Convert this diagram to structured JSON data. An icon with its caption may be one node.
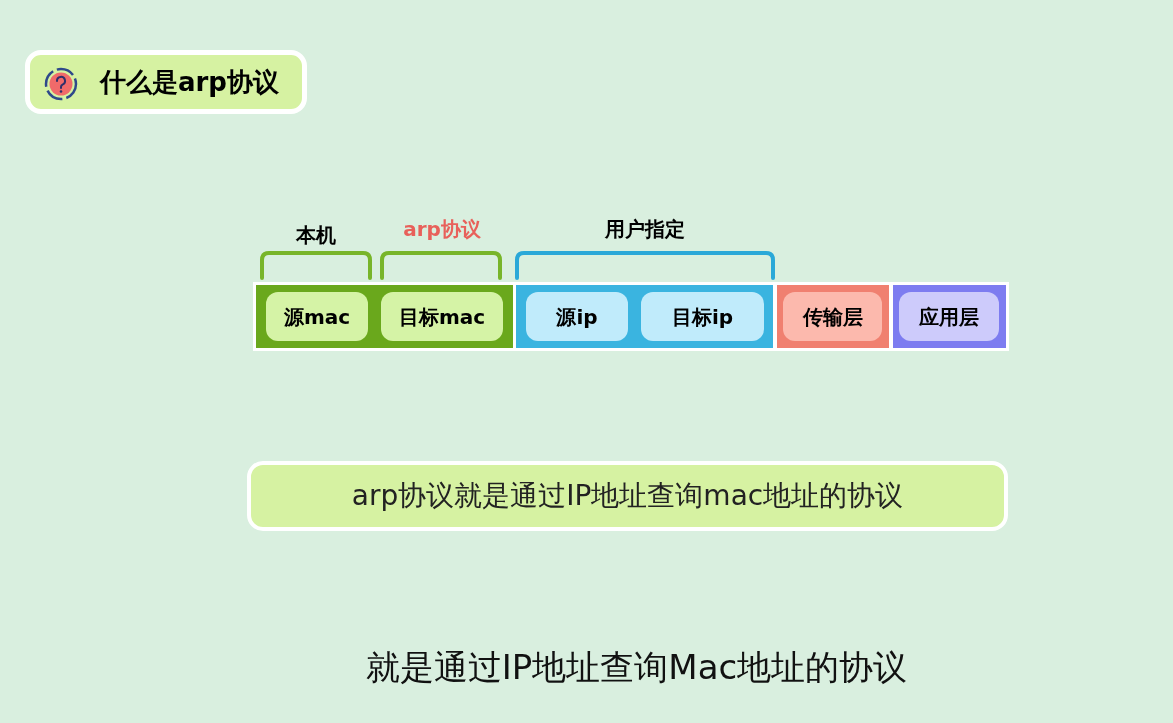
{
  "diagram": {
    "nodes": [
      {
        "text": [
          "什么是arp协议"
        ]
      },
      {
        "text": [],
        "shape": "bar"
      },
      {
        "text": [
          "源mac"
        ],
        "in": 1
      },
      {
        "text": [
          "目标mac"
        ],
        "in": 1
      },
      {
        "text": [],
        "shape": "bar"
      },
      {
        "text": [
          "源ip"
        ],
        "in": 4
      },
      {
        "text": [
          "目标ip"
        ],
        "in": 4
      },
      {
        "text": [],
        "shape": "bar"
      },
      {
        "text": [
          "传输层"
        ],
        "in": 7
      },
      {
        "text": [],
        "shape": "bar"
      },
      {
        "text": [
          "应用层"
        ],
        "in": 9
      },
      {
        "text": [
          "arp协议就是通过IP地址查询mac地址的协议"
        ]
      }
    ],
    "labels": [
      "本机",
      "arp协议",
      "用户指定",
      "就是通过IP地址查询Mac地址的协议"
    ]
  }
}
